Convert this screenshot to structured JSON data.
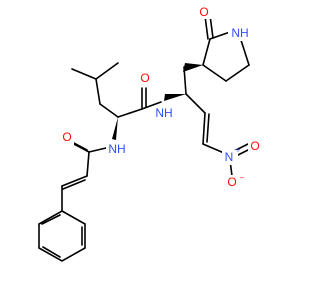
{
  "structure": {
    "atoms": {
      "o_pyrrolidinone": {
        "symbol": "O",
        "color": "#ff0d0d"
      },
      "n_pyrrolidinone": {
        "symbol": "NH",
        "color": "#3050f8"
      },
      "o_leucine_amide": {
        "symbol": "O",
        "color": "#ff0d0d"
      },
      "n_amide_right": {
        "symbol": "NH",
        "color": "#3050f8"
      },
      "n_amide_left": {
        "symbol": "NH",
        "color": "#3050f8"
      },
      "o_cinnamoyl": {
        "symbol": "O",
        "color": "#ff0d0d"
      },
      "n_nitro": {
        "symbol": "N",
        "charge": "+",
        "color": "#3050f8"
      },
      "o_nitro_double": {
        "symbol": "O",
        "color": "#ff0d0d"
      },
      "o_nitro_single": {
        "symbol": "O",
        "charge": "−",
        "color": "#ff0d0d"
      }
    },
    "bond_color": "#000000"
  }
}
